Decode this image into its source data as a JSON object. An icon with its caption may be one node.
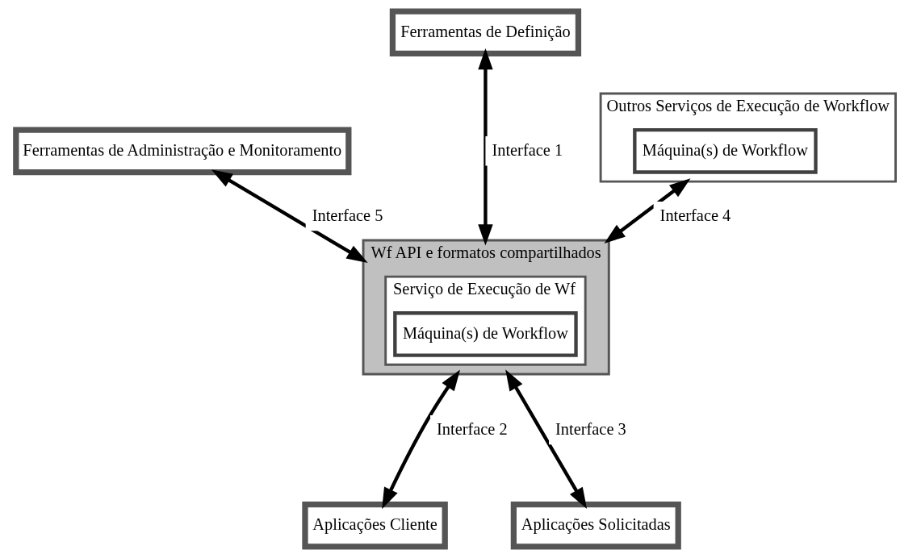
{
  "diagram": {
    "nodes": [
      {
        "text": [
          "Ferramentas de Definição"
        ]
      },
      {
        "text": [
          "Wf API e formatos compartilhados"
        ]
      },
      {
        "text": [
          "Serviço de Execução de Wf"
        ],
        "in": 1
      },
      {
        "text": [
          "Máquina(s) de Workflow"
        ],
        "in": 2
      },
      {
        "text": [
          "Ferramentas de Administração e Monitoramento"
        ]
      },
      {
        "text": [
          "Outros Serviços de Execução de Workflow"
        ]
      },
      {
        "text": [
          "Máquina(s) de Workflow"
        ],
        "in": 5
      },
      {
        "text": [
          "Aplicações Cliente"
        ]
      },
      {
        "text": [
          "Aplicações Solicitadas"
        ]
      }
    ],
    "edges": [
      {
        "from": 0,
        "to": 1,
        "arrow": "both",
        "label": "Interface 1"
      },
      {
        "from": 4,
        "to": 1,
        "arrow": "both",
        "label": "Interface 5"
      },
      {
        "from": 1,
        "to": 5,
        "arrow": "both",
        "label": "Interface 4"
      },
      {
        "from": 1,
        "to": 7,
        "arrow": "both",
        "label": "Interface 2"
      },
      {
        "from": 1,
        "to": 8,
        "arrow": "both",
        "label": "Interface 3"
      }
    ]
  }
}
